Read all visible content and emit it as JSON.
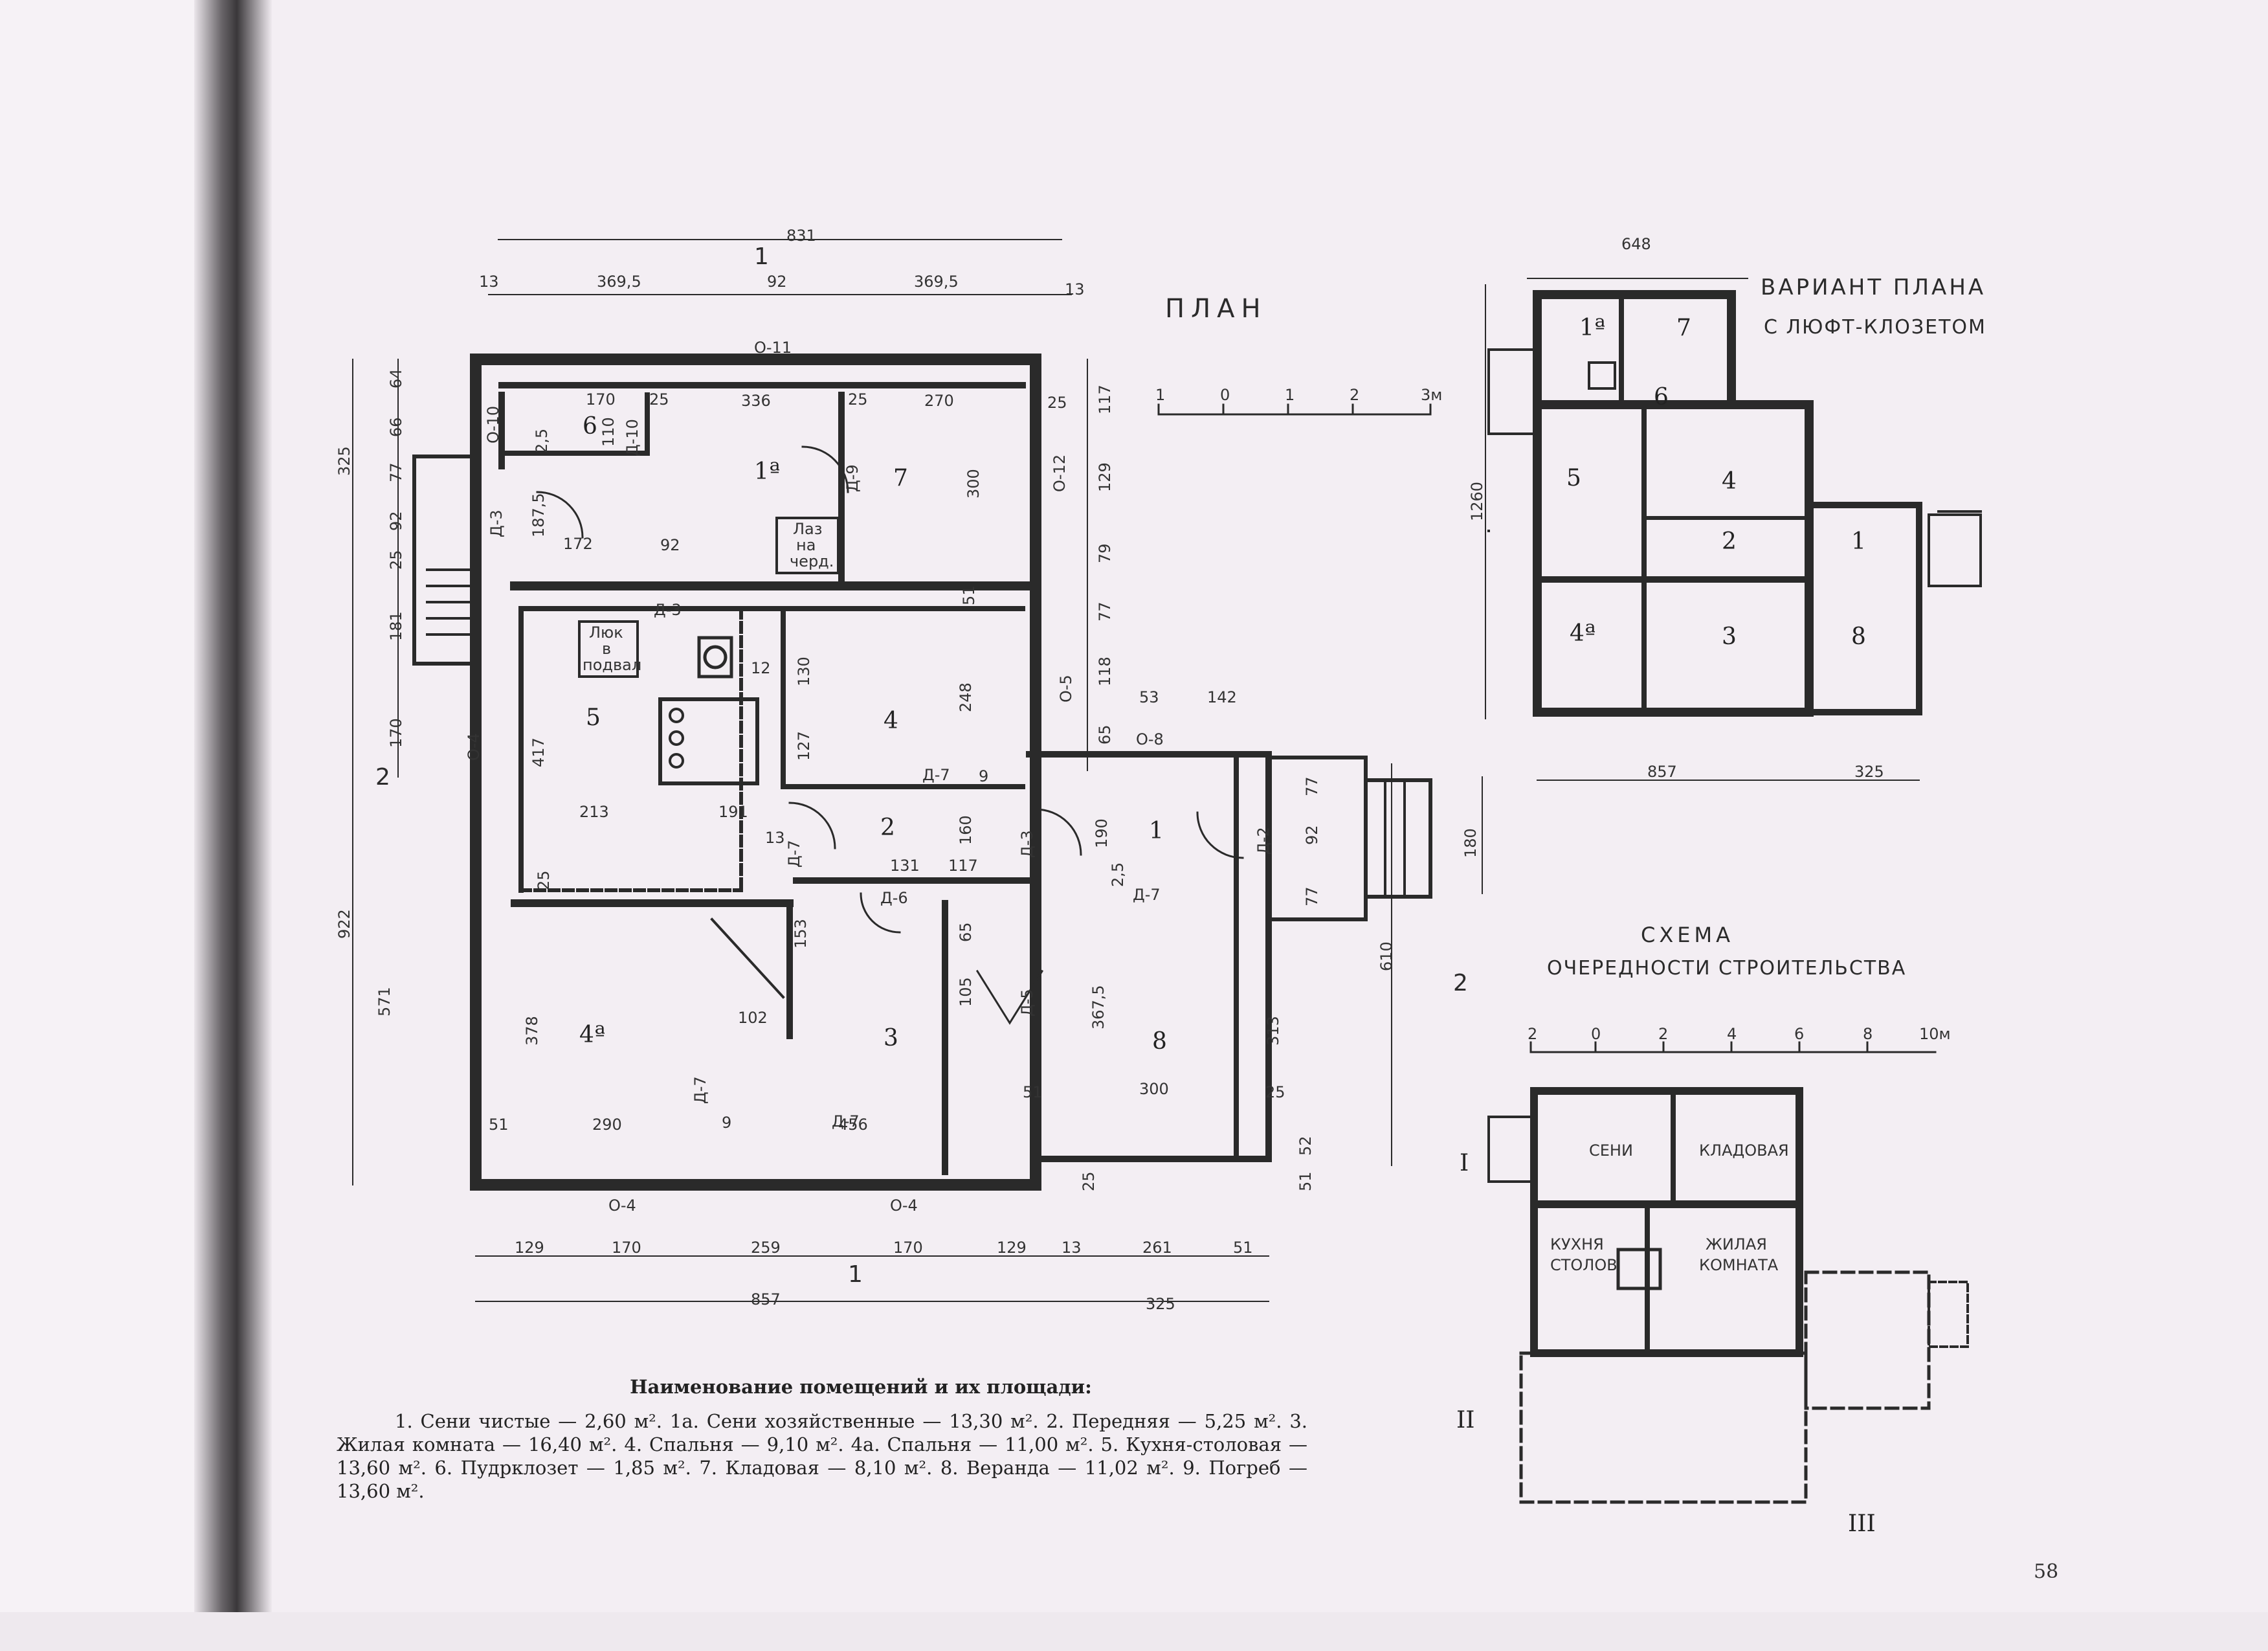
{
  "plan": {
    "title": "ПЛАН",
    "scale_labels": [
      "1",
      "0",
      "1",
      "2",
      "3м"
    ],
    "section_marks": [
      "1",
      "1",
      "2",
      "2"
    ],
    "top_dims_total": "831",
    "top_dims": [
      "13",
      "369,5",
      "92",
      "369,5",
      "13"
    ],
    "bottom_dims_row1": [
      "129",
      "170",
      "259",
      "170",
      "129",
      "13",
      "261",
      "51"
    ],
    "bottom_dims_row2": [
      "857",
      "325"
    ],
    "left_dims_outer": [
      "922",
      "571"
    ],
    "left_dims_325": "325",
    "left_dims_inner": [
      "64",
      "66",
      "77",
      "92",
      "25",
      "181",
      "170"
    ],
    "right_dims": [
      "117",
      "129",
      "79",
      "77",
      "118",
      "65"
    ],
    "windows": [
      "О-11",
      "О-10",
      "О-12",
      "О-5",
      "О-4",
      "О-8",
      "О-4",
      "О-4"
    ],
    "doors": [
      "Д-3",
      "Д-3",
      "Д-9",
      "Д-10",
      "Д-7",
      "Д-7",
      "Д-7",
      "Д-6",
      "Д-3",
      "Д-5",
      "Д-7",
      "Д-2",
      "Д-7"
    ],
    "notes": {
      "laz": [
        "Лаз",
        "на",
        "черд."
      ],
      "lyuk": [
        "Люк",
        "в",
        "подвал"
      ]
    },
    "rooms": [
      "1ª",
      "7",
      "6",
      "5",
      "4",
      "2",
      "1",
      "4ª",
      "3",
      "8"
    ],
    "inner_dims": [
      "170",
      "25",
      "336",
      "25",
      "270",
      "25",
      "2,5",
      "110",
      "300",
      "187,5",
      "172",
      "92",
      "12",
      "130",
      "127",
      "248",
      "51",
      "417",
      "213",
      "191",
      "13",
      "9",
      "160",
      "131",
      "117",
      "190",
      "2,5",
      "53",
      "142",
      "77",
      "92",
      "77",
      "180",
      "610",
      "313",
      "153",
      "65",
      "105",
      "367,5",
      "102",
      "378",
      "290",
      "456",
      "9",
      "300",
      "51",
      "25",
      "51",
      "25",
      "52",
      "51",
      "25"
    ]
  },
  "variant": {
    "title_line1": "ВАРИАНТ ПЛАНА",
    "title_line2": "С ЛЮФТ-КЛОЗЕТОМ",
    "dims": [
      "648",
      "1260",
      "857",
      "325"
    ],
    "rooms": [
      "1ª",
      "7",
      "6",
      "5",
      "4",
      "2",
      "1",
      "4ª",
      "3",
      "8"
    ]
  },
  "schema": {
    "title_line1": "СХЕМА",
    "title_line2": "ОЧЕРЕДНОСТИ СТРОИТЕЛЬСТВА",
    "scale_labels": [
      "2",
      "0",
      "2",
      "4",
      "6",
      "8",
      "10м"
    ],
    "rooms": [
      "СЕНИ",
      "КЛАДОВАЯ",
      "КУХНЯ",
      "СТОЛОВ",
      "ЖИЛАЯ",
      "КОМНАТА"
    ],
    "stages": [
      "I",
      "II",
      "III"
    ]
  },
  "caption": {
    "heading": "Наименование помещений и их площади:",
    "text": "1. Сени чистые — 2,60 м². 1а. Сени хозяйственные — 13,30 м². 2. Передняя — 5,25 м². 3. Жилая комната — 16,40 м². 4. Спальня — 9,10 м². 4а. Спальня — 11,00 м². 5. Кухня-столовая — 13,60 м². 6. Пудрклозет — 1,85 м². 7. Кладовая — 8,10 м². 8. Веранда — 11,02 м². 9. Погреб — 13,60 м²."
  },
  "page_number": "58"
}
